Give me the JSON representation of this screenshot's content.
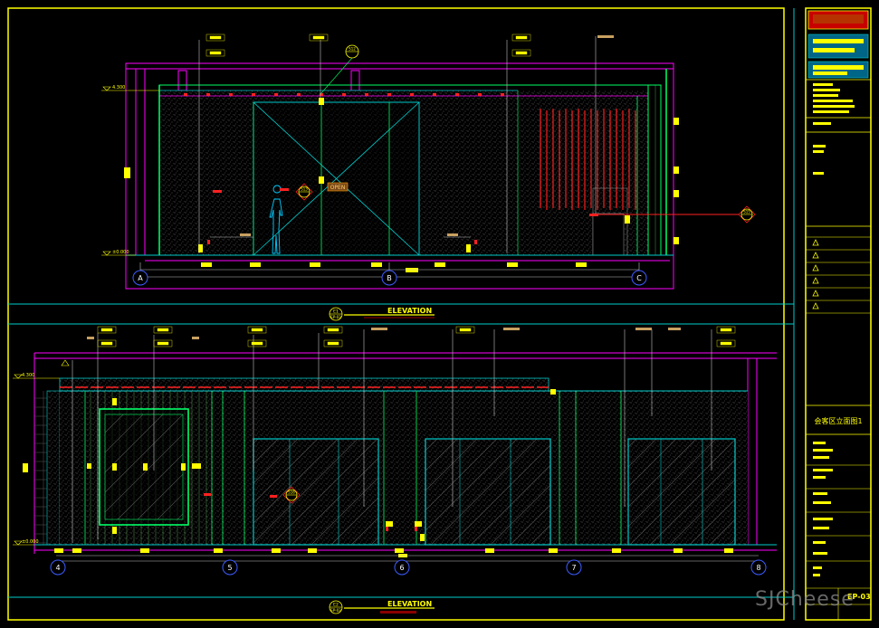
{
  "title_block": {
    "drawing_name": "会客区立面图1",
    "sheet_number": "EP-03"
  },
  "elevation_top": {
    "title": "ELEVATION",
    "tag_number": "E1",
    "tag_sheet": "EP-03",
    "level_top": "4.300",
    "level_bottom": "±0.000",
    "axes": [
      "A",
      "B",
      "C"
    ],
    "door_label": "OPEN",
    "callouts": [
      "S12",
      "S13",
      "S15"
    ]
  },
  "elevation_bottom": {
    "title": "ELEVATION",
    "tag_number": "E2",
    "tag_sheet": "EP-03",
    "level_top": "4.300",
    "level_bottom": "±0.000",
    "axes": [
      "4",
      "5",
      "6",
      "7",
      "8"
    ],
    "callouts": [
      "S16"
    ]
  },
  "watermark": "SJCheese",
  "colors": {
    "background": "#000000",
    "frame": "#ffff00",
    "wall": "#00ff66",
    "ceiling": "#ff00ff",
    "glass": "#00cccc",
    "dimension": "#ffff00",
    "hatch": "#9a9a9a",
    "red_light": "#ff2020",
    "axis_bubble": "#3c5cff",
    "leader": "#c0c0c0"
  },
  "icons": [
    "human-figure-icon",
    "axis-bubble-icon",
    "section-callout-icon",
    "level-marker-icon"
  ]
}
